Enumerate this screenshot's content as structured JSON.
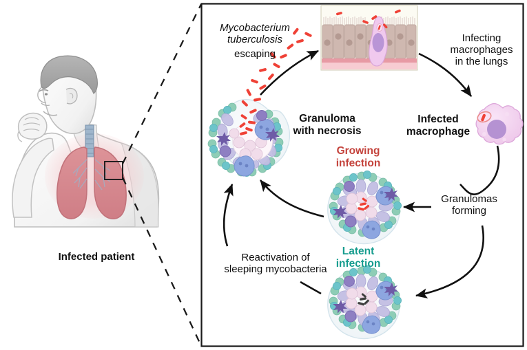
{
  "figure": {
    "kind": "scientific-diagram",
    "subject": "Mycobacterium tuberculosis infection cycle in the lung"
  },
  "patient_panel": {
    "caption": "Infected patient",
    "figure_name": "coughing-patient-illustration",
    "zoom_box_label": "lung-region-callout"
  },
  "frame": {
    "border_color": "#1a1a1a",
    "connector_style": "dashed"
  },
  "labels": {
    "escaping_species": "Mycobacterium\ntuberculosis",
    "escaping_action": "escaping",
    "infecting_macrophages": "Infecting\nmacrophages\nin the lungs",
    "infected_macrophage": "Infected\nmacrophage",
    "granulomas_forming": "Granulomas\nforming",
    "granuloma_necrosis": "Granuloma\nwith necrosis",
    "growing_infection": "Growing\ninfection",
    "latent_infection": "Latent\ninfection",
    "reactivation": "Reactivation of\nsleeping mycobacteria"
  },
  "colors": {
    "growing_infection": "#c4433c",
    "latent_infection": "#169c8e",
    "bacteria_active": "#ef4136",
    "bacteria_dormant": "#3f3f3f",
    "lymphocyte_green": "#7fcbb4",
    "lymphocyte_teal": "#62c3c8",
    "macrophage_lavender": "#b9b5dd",
    "macrophage_violet": "#7b6fb5",
    "necrotic_core": "#f0d9e4",
    "epithelium_cell": "#cbb3ab",
    "epithelium_base": "#f0b7bd",
    "macrophage_body": "#f2d3ef",
    "macrophage_nucleus": "#b08fd0",
    "lung_tissue": "#d98a90",
    "skin_outline": "#b9b9b9"
  },
  "stages": [
    {
      "id": "epithelium",
      "name": "lung-epithelium-panel",
      "label": ""
    },
    {
      "id": "infected-mac",
      "name": "infected-macrophage-cell",
      "label": "Infected\nmacrophage"
    },
    {
      "id": "growing-granuloma",
      "name": "growing-infection-granuloma",
      "label": "Growing\ninfection"
    },
    {
      "id": "latent-granuloma",
      "name": "latent-infection-granuloma",
      "label": "Latent\ninfection"
    },
    {
      "id": "necrotic-granuloma",
      "name": "necrotic-granuloma",
      "label": "Granuloma\nwith necrosis"
    }
  ]
}
